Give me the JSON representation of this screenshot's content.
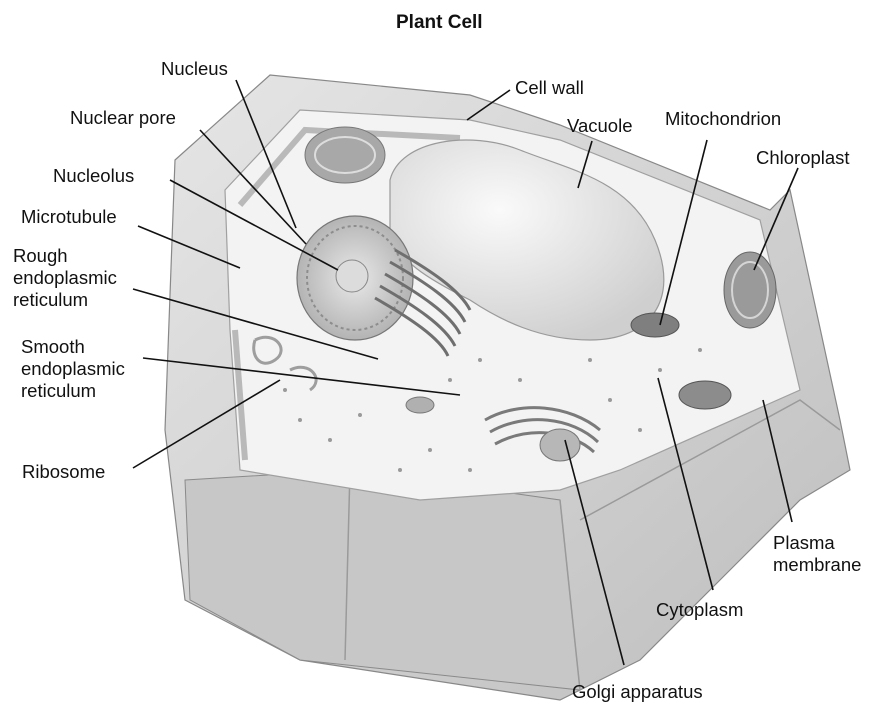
{
  "title": "Plant Cell",
  "labels": {
    "nucleus": "Nucleus",
    "nuclear_pore": "Nuclear pore",
    "nucleolus": "Nucleolus",
    "microtubule": "Microtubule",
    "rough_er": "Rough\nendoplasmic\nreticulum",
    "smooth_er": "Smooth\nendoplasmic\nreticulum",
    "ribosome": "Ribosome",
    "cell_wall": "Cell wall",
    "vacuole": "Vacuole",
    "mitochondrion": "Mitochondrion",
    "chloroplast": "Chloroplast",
    "plasma_membrane": "Plasma\nmembrane",
    "cytoplasm": "Cytoplasm",
    "golgi_apparatus": "Golgi apparatus"
  },
  "colors": {
    "line": "#111111",
    "wall": "#d4d4d4",
    "wall_dark": "#b3b3b3",
    "cytoplasm": "#f2f2f2",
    "organelle": "#9a9a9a"
  }
}
